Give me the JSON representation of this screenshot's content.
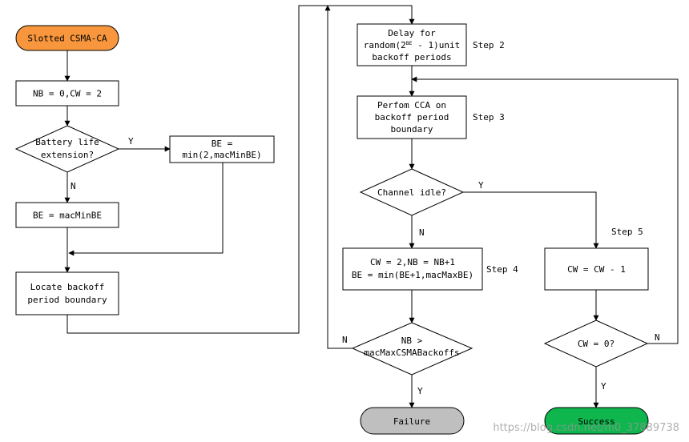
{
  "colors": {
    "start": "#F7963C",
    "failure": "#BFBFBF",
    "success": "#0FB64E",
    "stroke": "#000000",
    "background": "#FFFFFF"
  },
  "nodes": {
    "start": {
      "label": "Slotted CSMA-CA"
    },
    "init": {
      "label": "NB = 0,CW = 2"
    },
    "battery": {
      "line1": "Battery life",
      "line2": "extension?"
    },
    "be_min2": {
      "line1": "BE =",
      "line2": "min(2,macMinBE)"
    },
    "be_macmin": {
      "label": "BE = macMinBE"
    },
    "locate": {
      "line1": "Locate backoff",
      "line2": "period boundary"
    },
    "delay": {
      "line1": "Delay for",
      "line2_prefix": "random(2",
      "line2_sup": "BE",
      "line2_suffix": " - 1)unit",
      "line3": "backoff periods"
    },
    "cca": {
      "line1": "Perfom CCA on",
      "line2": "backoff period",
      "line3": "boundary"
    },
    "channel": {
      "label": "Channel idle?"
    },
    "update": {
      "line1": "CW = 2,NB = NB+1",
      "line2": "BE = min(BE+1,macMaxBE)"
    },
    "nbcheck": {
      "line1": "NB >",
      "line2": "macMaxCSMABackoffs"
    },
    "failure": {
      "label": "Failure"
    },
    "cwdec": {
      "label": "CW = CW - 1"
    },
    "cwcheck": {
      "label": "CW = 0?"
    },
    "success": {
      "label": "Success"
    }
  },
  "steps": {
    "step2": "Step 2",
    "step3": "Step 3",
    "step4": "Step 4",
    "step5": "Step 5"
  },
  "edges": {
    "battery_yes": "Y",
    "battery_no": "N",
    "channel_yes": "Y",
    "channel_no": "N",
    "nb_no": "N",
    "nb_yes": "Y",
    "cw_no": "N",
    "cw_yes": "Y"
  },
  "watermark": "https://blog.csdn.net/m0_37889738"
}
